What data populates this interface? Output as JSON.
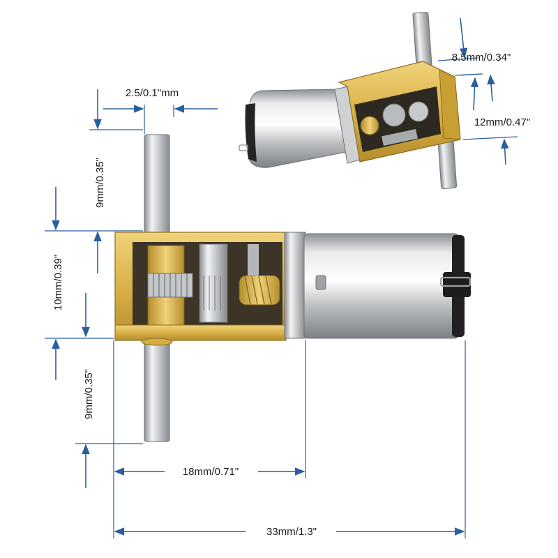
{
  "colors": {
    "dimension_line": "#2a5f9e",
    "brass": "#d9b24a",
    "steel": "#c9cbcd"
  },
  "labels": {
    "shaft_diameter": "2.5/0.1\"mm",
    "shaft_top_length": "9mm/0.35\"",
    "gearbox_height": "10mm/0.39\"",
    "shaft_bottom_length": "9mm/0.35\"",
    "gearbox_length": "18mm/0.71\"",
    "total_length": "33mm/1.3\"",
    "inset_depth": "8.5mm/0.34\"",
    "inset_width": "12mm/0.47\""
  },
  "icons": {
    "motor_main": "gear-motor-side-view",
    "motor_inset": "gear-motor-angled-view"
  }
}
